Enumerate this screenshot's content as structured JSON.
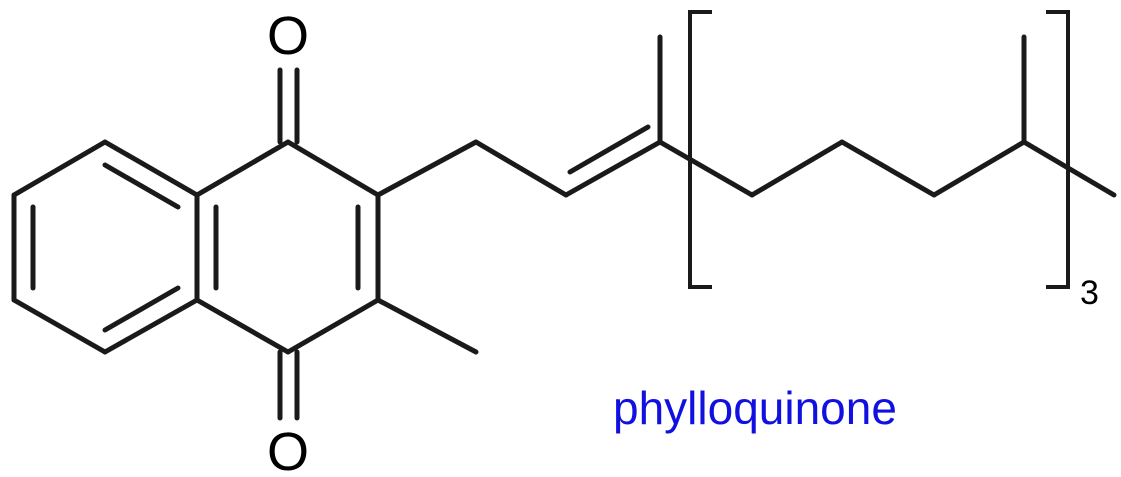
{
  "molecule": {
    "atom_labels": {
      "top_oxygen": "O",
      "bottom_oxygen": "O"
    },
    "repeat_unit_count": "3",
    "name": "phylloquinone"
  },
  "colors": {
    "bond": "#1a1a1a",
    "atom_label": "#000000",
    "name_label": "#1010e0"
  }
}
